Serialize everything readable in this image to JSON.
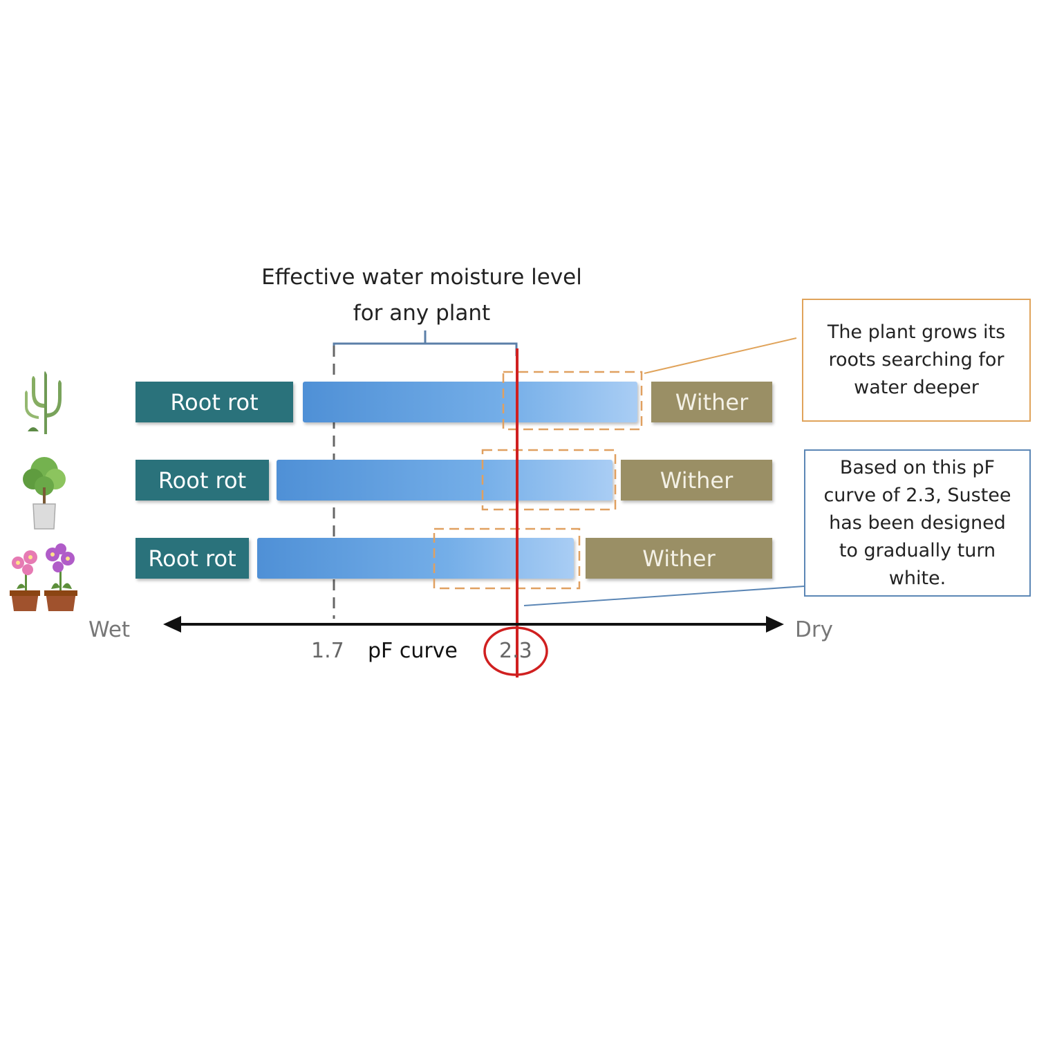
{
  "header": {
    "line1": "Effective water moisture level",
    "line2": "for any plant"
  },
  "rows": [
    {
      "plant_icon": "cactus-icon",
      "left_label": "Root rot",
      "right_label": "Wither"
    },
    {
      "plant_icon": "potted-shrub-icon",
      "left_label": "Root rot",
      "right_label": "Wither"
    },
    {
      "plant_icon": "flower-pots-icon",
      "left_label": "Root rot",
      "right_label": "Wither"
    }
  ],
  "callouts": {
    "top": [
      "The plant grows its",
      "roots searching for",
      "water deeper"
    ],
    "bottom": [
      "Based on this pF",
      "curve of 2.3, Sustee",
      "has been designed",
      "to gradually turn",
      "white."
    ]
  },
  "axis": {
    "left_label": "Wet",
    "right_label": "Dry",
    "title": "pF curve",
    "tick_low": "1.7",
    "tick_high": "2.3"
  },
  "colors": {
    "root_rot": "#2a727b",
    "wither": "#9a8f65",
    "marker_line": "#d02020",
    "callout_top_border": "#e0a35a",
    "callout_bottom_border": "#5b86b5"
  }
}
